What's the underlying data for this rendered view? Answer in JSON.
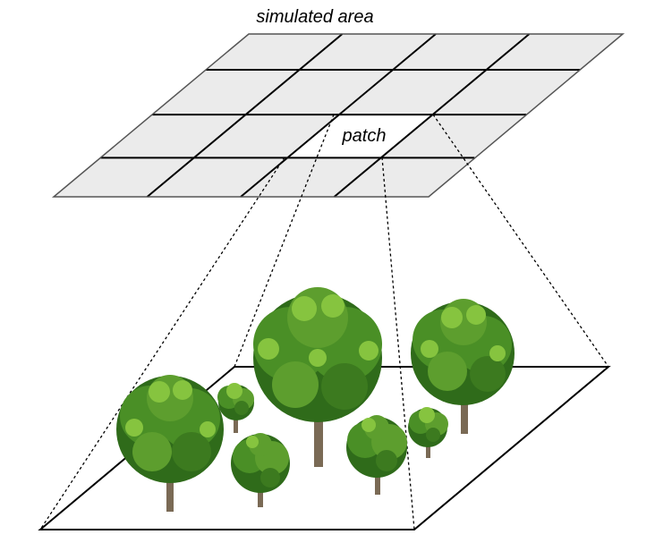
{
  "diagram": {
    "top_label": "simulated area",
    "patch_label": "patch",
    "grid": {
      "rows": 4,
      "cols": 4,
      "highlight": {
        "row": 2,
        "col": 2
      }
    },
    "trees": [
      {
        "name": "tree-front-left"
      },
      {
        "name": "tree-back-left-small"
      },
      {
        "name": "tree-center-large"
      },
      {
        "name": "tree-right-large"
      },
      {
        "name": "tree-center-front"
      },
      {
        "name": "tree-front-small"
      },
      {
        "name": "tree-right-small"
      }
    ],
    "colors": {
      "grid_fill": "#ebebeb",
      "patch_fill": "#ffffff",
      "leaf_dark": "#2f6b1a",
      "leaf_mid": "#4a8f26",
      "leaf_light": "#86c43f",
      "trunk": "#7a6a55"
    }
  }
}
